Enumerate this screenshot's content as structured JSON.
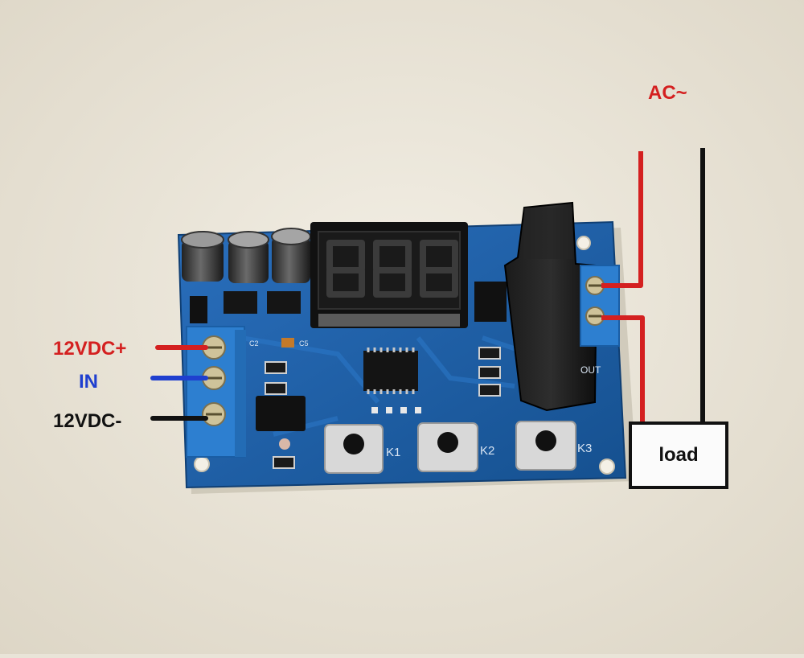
{
  "labels": {
    "ac": "AC~",
    "vdc_plus": "12VDC+",
    "input": "IN",
    "vdc_minus": "12VDC-",
    "load": "load"
  },
  "board": {
    "button_labels": [
      "K1",
      "K2",
      "K3"
    ],
    "silkscreen": [
      "C2",
      "C5",
      "OUT"
    ]
  },
  "colors": {
    "positive_wire": "#d42020",
    "input_wire": "#1f3fcf",
    "ground_wire": "#111111",
    "pcb": "#1f5fa8",
    "terminal_block": "#2d7fd0"
  }
}
